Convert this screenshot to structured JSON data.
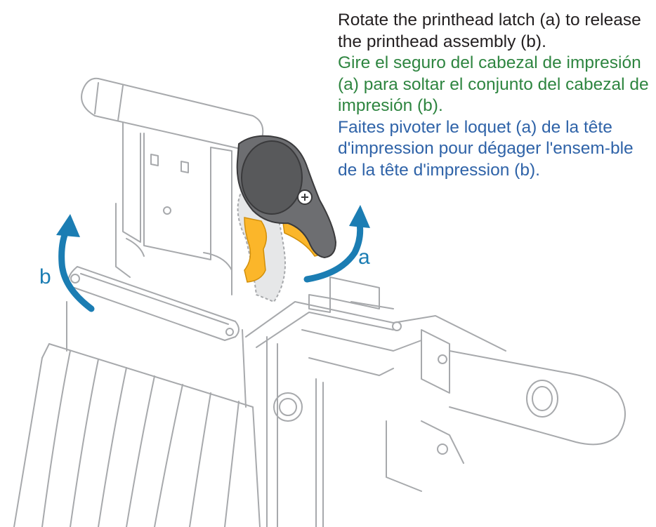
{
  "instructions": {
    "english": "Rotate the printhead latch (a) to release the printhead assembly (b).",
    "spanish": "Gire el seguro del cabezal de impresión (a) para soltar el conjunto del cabezal de impresión (b).",
    "french": "Faites pivoter le loquet (a) de la tête d'impression pour dégager l'ensem-ble de la tête d'impression (b)."
  },
  "callouts": {
    "a": "a",
    "b": "b"
  },
  "colors": {
    "english_text": "#231f20",
    "spanish_text": "#2e8540",
    "french_text": "#2f63a8",
    "arrow": "#1b7db3",
    "latch_highlight": "#fbb62a",
    "latch_body": "#6d6e71",
    "line_art": "#a7a9ac"
  }
}
